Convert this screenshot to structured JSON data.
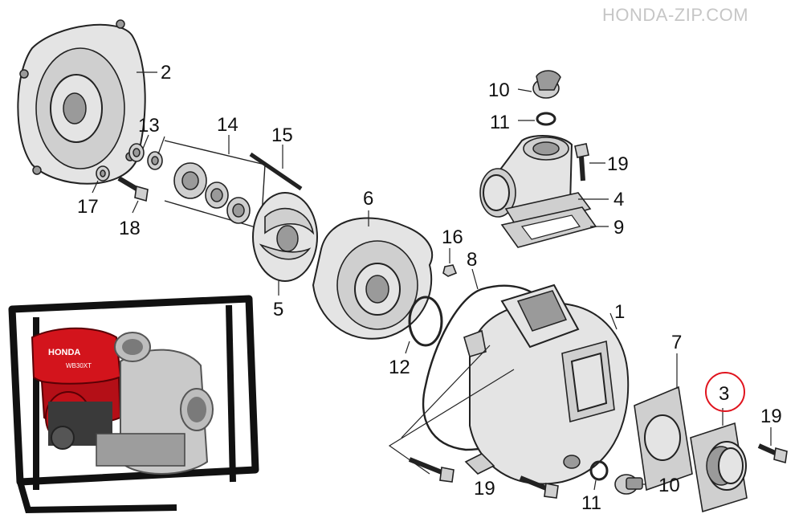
{
  "watermark": "HONDA-ZIP.COM",
  "highlight_color": "#e0141e",
  "product": {
    "brand": "HONDA",
    "model": "WB30XT"
  },
  "part_labels": [
    {
      "id": "p2",
      "text": "2"
    },
    {
      "id": "p13",
      "text": "13"
    },
    {
      "id": "p14",
      "text": "14"
    },
    {
      "id": "p15",
      "text": "15"
    },
    {
      "id": "p17",
      "text": "17"
    },
    {
      "id": "p18",
      "text": "18"
    },
    {
      "id": "p6",
      "text": "6"
    },
    {
      "id": "p5",
      "text": "5"
    },
    {
      "id": "p16",
      "text": "16"
    },
    {
      "id": "p8",
      "text": "8"
    },
    {
      "id": "p12",
      "text": "12"
    },
    {
      "id": "p10a",
      "text": "10"
    },
    {
      "id": "p11a",
      "text": "11"
    },
    {
      "id": "p19a",
      "text": "19"
    },
    {
      "id": "p4",
      "text": "4"
    },
    {
      "id": "p9",
      "text": "9"
    },
    {
      "id": "p1",
      "text": "1"
    },
    {
      "id": "p7",
      "text": "7"
    },
    {
      "id": "p3",
      "text": "3"
    },
    {
      "id": "p19b",
      "text": "19"
    },
    {
      "id": "p19c",
      "text": "19"
    },
    {
      "id": "p11b",
      "text": "11"
    },
    {
      "id": "p10b",
      "text": "10"
    }
  ],
  "highlighted_part": "3"
}
